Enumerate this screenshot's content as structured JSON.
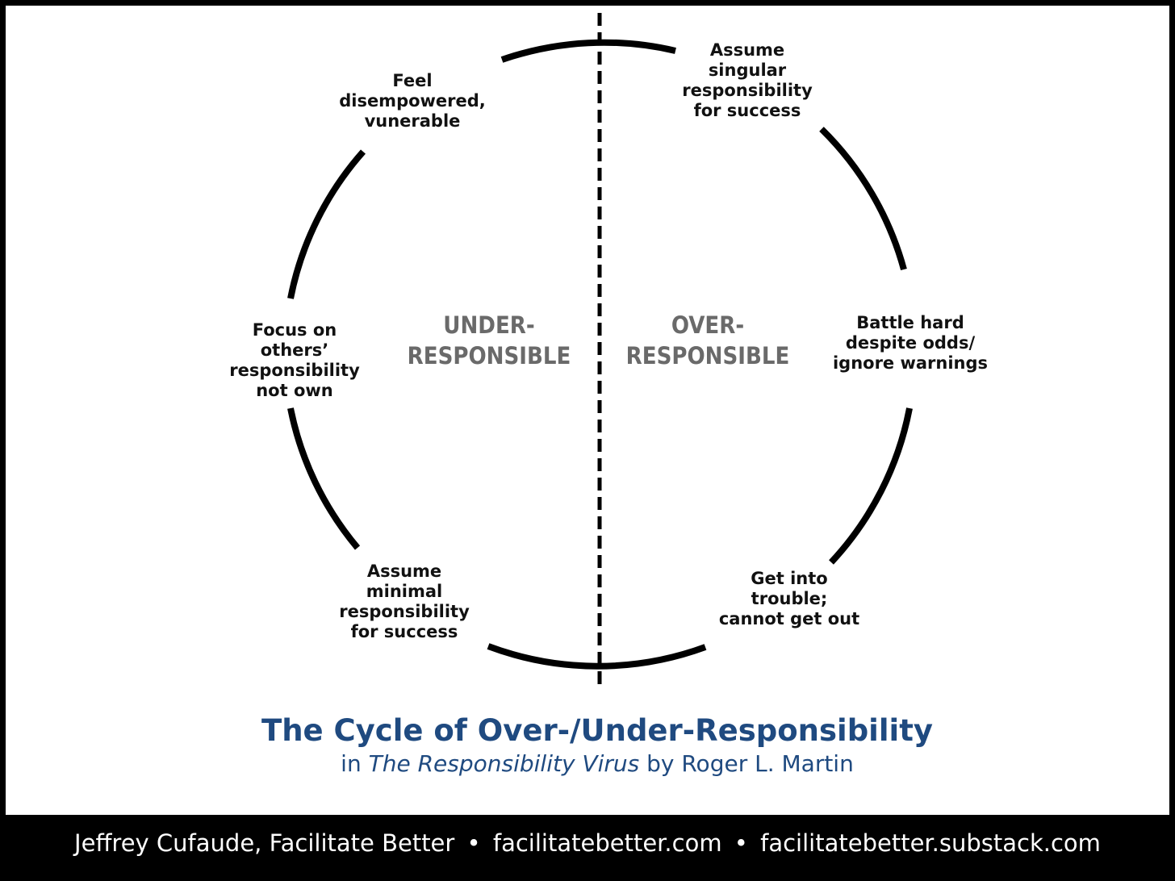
{
  "diagram": {
    "stages": [
      {
        "id": "top-left",
        "lines": [
          "Feel",
          "disempowered,",
          "vunerable"
        ]
      },
      {
        "id": "top-right",
        "lines": [
          "Assume",
          "singular",
          "responsibility",
          "for success"
        ]
      },
      {
        "id": "left",
        "lines": [
          "Focus on",
          "others’",
          "responsibility",
          "not own"
        ]
      },
      {
        "id": "right",
        "lines": [
          "Battle hard",
          "despite odds/",
          "ignore warnings"
        ]
      },
      {
        "id": "bottom-left",
        "lines": [
          "Assume",
          "minimal",
          "responsibility",
          "for success"
        ]
      },
      {
        "id": "bottom-right",
        "lines": [
          "Get into",
          "trouble;",
          "cannot get out"
        ]
      }
    ],
    "sides": {
      "under": [
        "UNDER-",
        "RESPONSIBLE"
      ],
      "over": [
        "OVER-",
        "RESPONSIBLE"
      ]
    }
  },
  "title": "The Cycle of Over-/Under-Responsibility",
  "subtitle": {
    "prefix": "in",
    "book": "The Responsibility Virus",
    "suffix": "by Roger L. Martin"
  },
  "footer": {
    "author": "Jeffrey Cufaude, Facilitate Better",
    "sep": "•",
    "site1": "facilitatebetter.com",
    "site2": "facilitatebetter.substack.com"
  }
}
